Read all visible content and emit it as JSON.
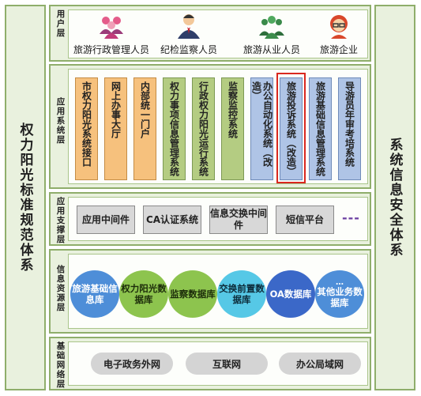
{
  "pillars": {
    "left": "权力阳光标准规范体系",
    "right": "系统信息安全体系"
  },
  "layers": {
    "users": "用户层",
    "application": "应用系统层",
    "support": "应用支撑层",
    "resource": "信息资源层",
    "network": "基础网络层"
  },
  "users": [
    {
      "label": "旅游行政管理人员",
      "icon": "group-icon"
    },
    {
      "label": "纪检监察人员",
      "icon": "official-icon"
    },
    {
      "label": "旅游从业人员",
      "icon": "team-icon"
    },
    {
      "label": "旅游企业",
      "icon": "enterprise-icon"
    }
  ],
  "applications": [
    {
      "label": "市权力阳光系统接口",
      "color": "orange"
    },
    {
      "label": "网上办事大厅",
      "color": "orange"
    },
    {
      "label": "内部统一门户",
      "color": "orange"
    },
    {
      "label": "权力事项信息管理系统",
      "color": "green"
    },
    {
      "label": "行政权力阳光运行系统",
      "color": "green"
    },
    {
      "label": "监察监控系统",
      "color": "green"
    },
    {
      "label": "办公自动化系统（改造）",
      "color": "blue"
    },
    {
      "label": "旅游投诉系统（改造）",
      "color": "blue",
      "highlighted": true
    },
    {
      "label": "旅游基础信息管理系统",
      "color": "blue"
    },
    {
      "label": "导游员年审考培系统",
      "color": "blue"
    }
  ],
  "support": {
    "items": [
      "应用中间件",
      "CA认证系统",
      "信息交换中间件",
      "短信平台"
    ],
    "more": "---"
  },
  "resources": [
    {
      "label": "旅游基础信息库",
      "color": "blue"
    },
    {
      "label": "权力阳光数据库",
      "color": "green"
    },
    {
      "label": "监察数据库",
      "color": "green"
    },
    {
      "label": "交换前置数据库",
      "color": "cyan"
    },
    {
      "label": "OA数据库",
      "color": "navy"
    },
    {
      "label": "其他业务数据库",
      "color": "blue",
      "prefix": "…"
    }
  ],
  "network": [
    "电子政务外网",
    "互联网",
    "办公局域网"
  ],
  "colors": {
    "panel_bg": "#e9f1de",
    "panel_border": "#8fae6b",
    "orange": "#f6c17d",
    "green": "#b4cc82",
    "blue": "#afc4e6",
    "highlight": "#d9281f"
  }
}
